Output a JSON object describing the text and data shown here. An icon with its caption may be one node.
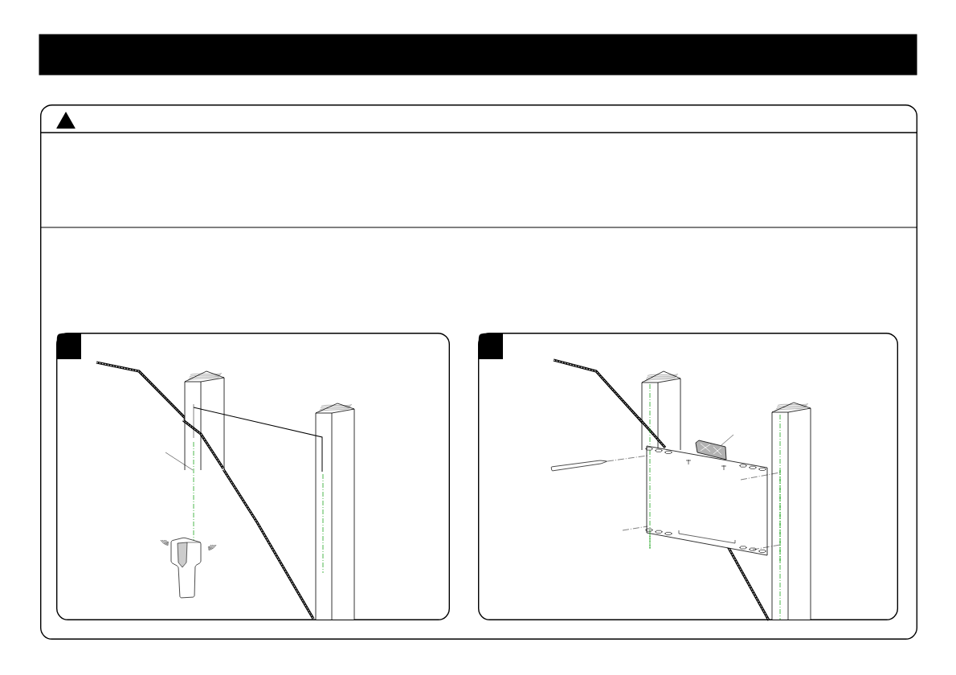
{
  "diagram": {
    "nodes": [
      {
        "text": [],
        "shape": "bar"
      },
      {
        "text": [],
        "shape": "box"
      },
      {
        "text": [],
        "shape": "box",
        "in": 1
      },
      {
        "text": [],
        "shape": "box",
        "in": 1
      }
    ]
  }
}
